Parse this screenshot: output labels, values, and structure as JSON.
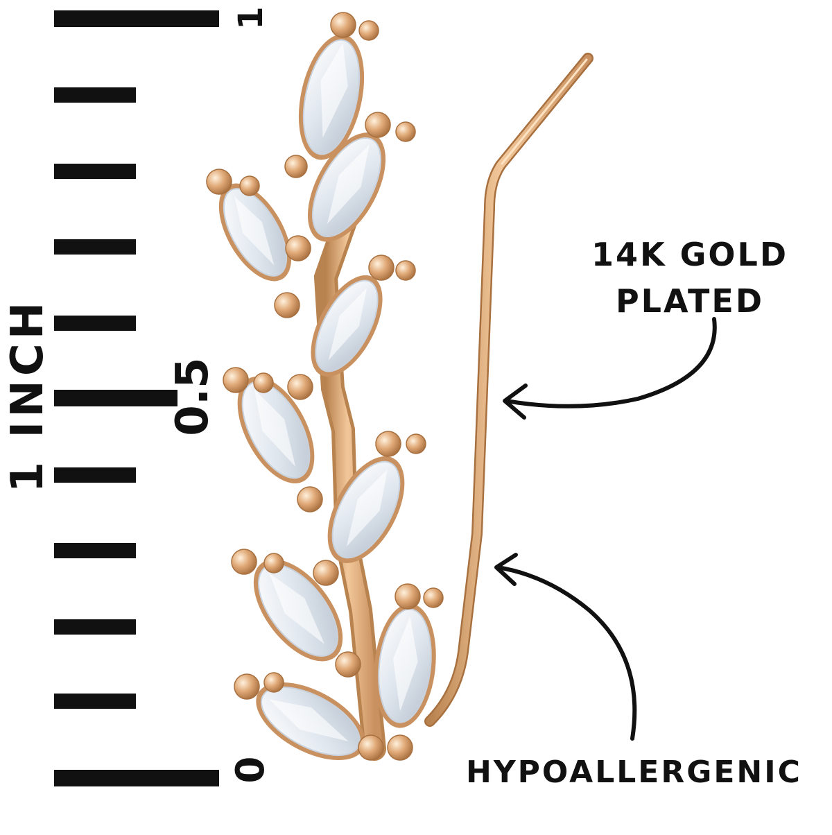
{
  "ruler": {
    "unit_label": "1 INCH",
    "tick_labels": {
      "top": "1",
      "middle": "0.5",
      "bottom": "0"
    }
  },
  "callouts": {
    "gold_line1": "14K GOLD",
    "gold_line2": "PLATED",
    "hypoallergenic": "HYPOALLERGENIC"
  },
  "colors": {
    "gold": "#d9a26b",
    "gold_dark": "#b9834f",
    "crystal": "#eef2f6",
    "ink": "#111111"
  }
}
